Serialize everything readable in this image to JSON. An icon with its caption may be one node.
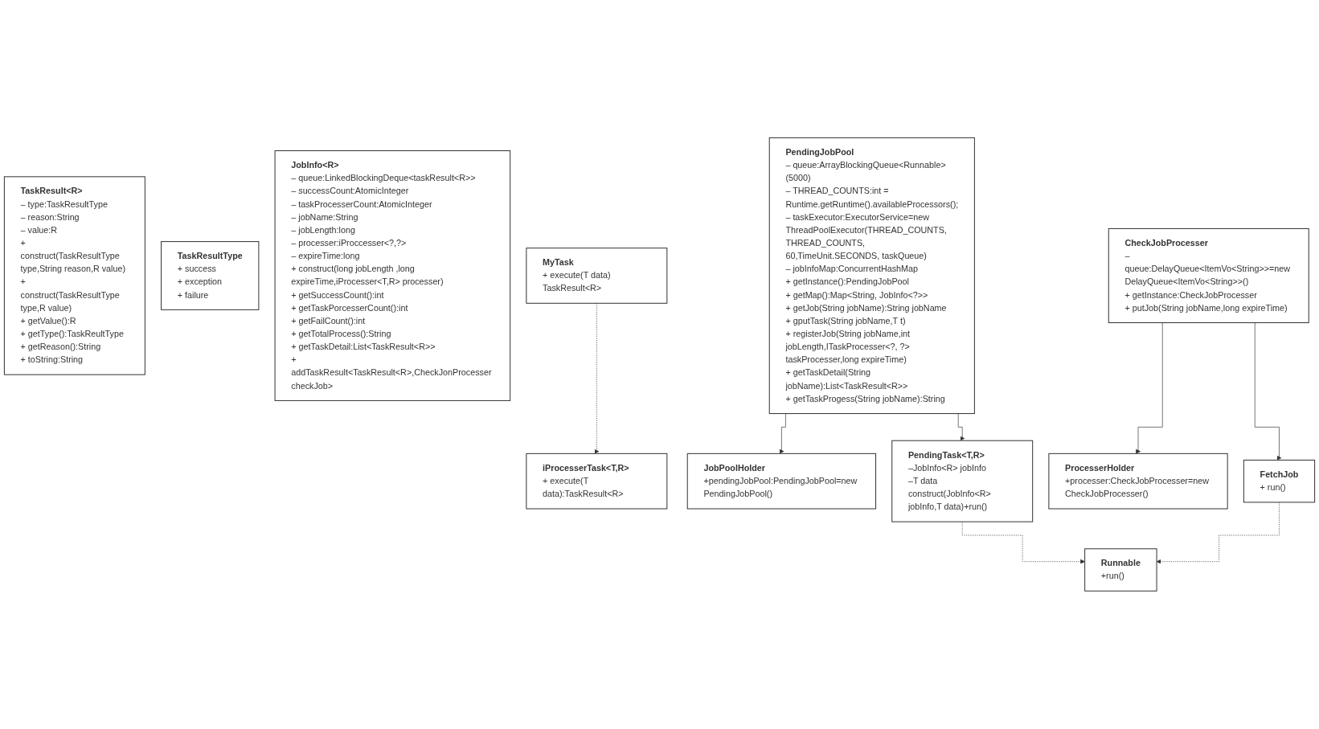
{
  "diagram": {
    "nodes": [
      {
        "text": [
          "iProcesserTask<T,R>",
          "+ execute(T data):TaskResult<R>"
        ]
      },
      {
        "text": [
          "TaskResult<R>",
          "– type:TaskResultType",
          "– reason:String",
          "– value:R",
          "+ construct(TaskResultType  type,String reason,R value)",
          "+ construct(TaskResultType  type,R value)",
          "+ getValue():R",
          "+ getType():TaskReultType",
          "+ getReason():String",
          "+ toString:String"
        ]
      },
      {
        "text": [
          "TaskResultType",
          "+ success",
          "+ exception",
          "+ failure"
        ]
      },
      {
        "text": [
          "JobInfo<R>",
          "– queue:LinkedBlockingDeque<taskResult<R>>",
          "– successCount:AtomicInteger",
          "– taskProcesserCount:AtomicInteger",
          "– jobName:String",
          "– jobLength:long",
          "– processer:iProccesser<?,?>",
          "– expireTime:long",
          "+ construct(long jobLength ,long expireTime,iProcesser<T,R> processer)",
          "+ getSuccessCount():int",
          "+ getTaskPorcesserCount():int",
          "+ getFailCount():int",
          "+ getTotalProcess():String",
          "+ getTaskDetail:List<TaskResult<R>>",
          "+ addTaskResult<TaskResult<R>,CheckJonProcesser checkJob>"
        ]
      },
      {
        "text": [
          "MyTask",
          "+ execute(T data) TaskResult<R>"
        ]
      },
      {
        "text": [
          "PendingJobPool",
          "– queue:ArrayBlockingQueue<Runnable>(5000)",
          "– THREAD_COUNTS:int = Runtime.getRuntime().availableProcessors();",
          "– taskExecutor:ExecutorService=new ThreadPoolExecutor(THREAD_COUNTS, THREAD_COUNTS, 60,TimeUnit.SECONDS, taskQueue)",
          "– jobInfoMap:ConcurrentHashMap",
          "+ getInstance():PendingJobPool",
          "+ getMap():Map<String, JobInfo<?>>",
          "+ getJob(String jobName):String jobName",
          "+ gputTask(String jobName,T t)",
          "+ registerJob(String jobName,int jobLength,ITaskProcesser<?, ?> taskProcesser,long expireTime)",
          "+ getTaskDetail(String jobName):List<TaskResult<R>>",
          "+ getTaskProgess(String jobName):String"
        ]
      },
      {
        "text": [
          "JobPoolHolder",
          "+pendingJobPool:PendingJobPool=new PendingJobPool()"
        ]
      },
      {
        "text": [
          "PendingTask<T,R>",
          "–JobInfo<R> jobInfo",
          "–T data",
          "construct(JobInfo<R> jobInfo,T data)+run()"
        ]
      },
      {
        "text": [
          "Runnable",
          "+run()"
        ]
      },
      {
        "text": [
          "CheckJobProcesser",
          "– queue:DelayQueue<ItemVo<String>>=new DelayQueue<ItemVo<String>>()",
          "+ getInstance:CheckJobProcesser",
          "+ putJob(String jobName,long expireTime)"
        ]
      },
      {
        "text": [
          "ProcesserHolder",
          "+processer:CheckJobProcesser=new CheckJobProcesser()"
        ]
      },
      {
        "text": [
          "FetchJob",
          "+ run()"
        ]
      }
    ],
    "edges": [
      {
        "from": 4,
        "to": 0,
        "arrow": "to",
        "style": "dashed"
      },
      {
        "from": 5,
        "to": 6,
        "arrow": "to"
      },
      {
        "from": 5,
        "to": 7,
        "arrow": "to"
      },
      {
        "from": 7,
        "to": 8,
        "arrow": "to",
        "style": "dashed"
      },
      {
        "from": 9,
        "to": 11,
        "arrow": "to"
      },
      {
        "from": 9,
        "to": 10,
        "arrow": "to"
      },
      {
        "from": 11,
        "to": 8,
        "arrow": "to",
        "style": "dashed"
      }
    ]
  }
}
